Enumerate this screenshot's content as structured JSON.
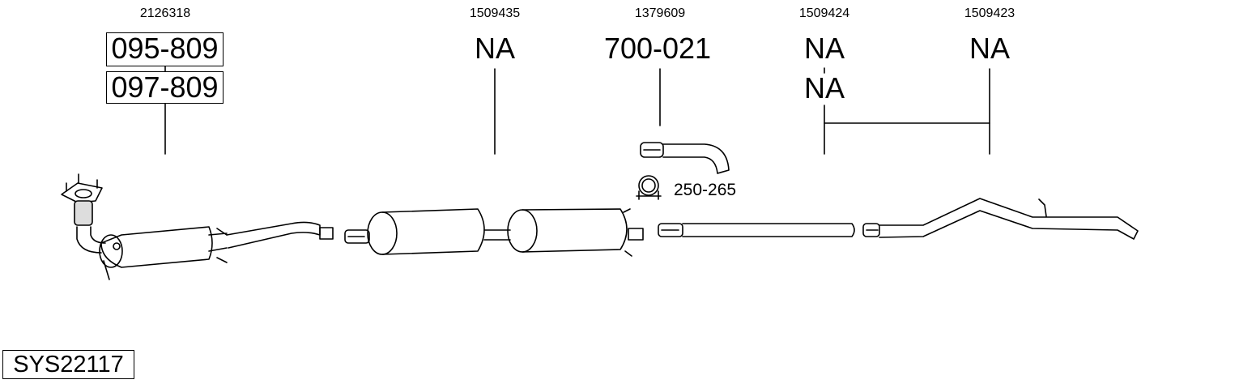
{
  "groups": [
    {
      "ref": "2126318",
      "codes": [
        "095-809",
        "097-809"
      ]
    },
    {
      "ref": "1509435",
      "codes": [
        "NA"
      ]
    },
    {
      "ref": "1379609",
      "codes": [
        "700-021"
      ]
    },
    {
      "ref": "1509424",
      "codes": [
        "NA",
        "NA"
      ]
    },
    {
      "ref": "1509423",
      "codes": [
        "NA"
      ]
    }
  ],
  "clamp_code": "250-265",
  "system_code": "SYS22117"
}
